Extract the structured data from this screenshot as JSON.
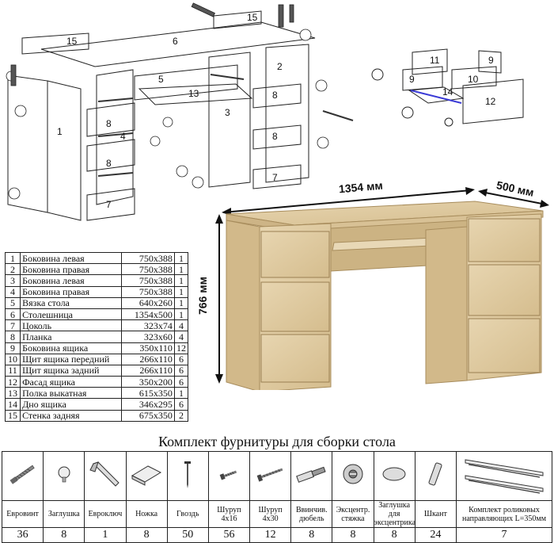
{
  "dimensions": {
    "width": "1354 мм",
    "depth": "500 мм",
    "height": "766 мм"
  },
  "part_numbers": [
    "1",
    "2",
    "3",
    "4",
    "5",
    "6",
    "7",
    "8",
    "9",
    "10",
    "11",
    "12",
    "13",
    "14",
    "15"
  ],
  "parts": [
    {
      "n": "1",
      "name": "Боковина левая",
      "size": "750x388",
      "qty": "1"
    },
    {
      "n": "2",
      "name": "Боковина правая",
      "size": "750x388",
      "qty": "1"
    },
    {
      "n": "3",
      "name": "Боковина левая",
      "size": "750x388",
      "qty": "1"
    },
    {
      "n": "4",
      "name": "Боковина правая",
      "size": "750x388",
      "qty": "1"
    },
    {
      "n": "5",
      "name": "Вязка стола",
      "size": "640x260",
      "qty": "1"
    },
    {
      "n": "6",
      "name": "Столешница",
      "size": "1354x500",
      "qty": "1"
    },
    {
      "n": "7",
      "name": "Цоколь",
      "size": "323x74",
      "qty": "4"
    },
    {
      "n": "8",
      "name": "Планка",
      "size": "323x60",
      "qty": "4"
    },
    {
      "n": "9",
      "name": "Боковина ящика",
      "size": "350x110",
      "qty": "12"
    },
    {
      "n": "10",
      "name": "Щит ящика передний",
      "size": "266x110",
      "qty": "6"
    },
    {
      "n": "11",
      "name": "Щит ящика задний",
      "size": "266x110",
      "qty": "6"
    },
    {
      "n": "12",
      "name": "Фасад ящика",
      "size": "350x200",
      "qty": "6"
    },
    {
      "n": "13",
      "name": "Полка выкатная",
      "size": "615x350",
      "qty": "1"
    },
    {
      "n": "14",
      "name": "Дно ящика",
      "size": "346x295",
      "qty": "6"
    },
    {
      "n": "15",
      "name": "Стенка задняя",
      "size": "675x350",
      "qty": "2"
    }
  ],
  "hardware_title": "Комплект фурнитуры для сборки стола",
  "hardware": [
    {
      "icon": "screw-icon",
      "name": "Евровинт",
      "qty": "36"
    },
    {
      "icon": "cap-icon",
      "name": "Заглушка",
      "qty": "8"
    },
    {
      "icon": "hex-key-icon",
      "name": "Евроключ",
      "qty": "1"
    },
    {
      "icon": "foot-icon",
      "name": "Ножка",
      "qty": "8"
    },
    {
      "icon": "nail-icon",
      "name": "Гвоздь",
      "qty": "50"
    },
    {
      "icon": "small-screw-icon",
      "name": "Шуруп 4х16",
      "qty": "56"
    },
    {
      "icon": "long-screw-icon",
      "name": "Шуруп 4х30",
      "qty": "12"
    },
    {
      "icon": "dowel-icon",
      "name": "Ввинчив. дюбель",
      "qty": "8"
    },
    {
      "icon": "cam-lock-icon",
      "name": "Эксцентр. стяжка",
      "qty": "8"
    },
    {
      "icon": "cam-cap-icon",
      "name": "Заглушка для эксцентрика",
      "qty": "8"
    },
    {
      "icon": "wood-dowel-icon",
      "name": "Шкант",
      "qty": "24"
    },
    {
      "icon": "drawer-slide-icon",
      "name": "Комплект роликовых направляющих L=350мм",
      "qty": "7"
    }
  ],
  "colors": {
    "wood": "#e2cfa8",
    "wood_dark": "#c9b183",
    "line": "#222222",
    "slide": "#3b3bd6"
  }
}
